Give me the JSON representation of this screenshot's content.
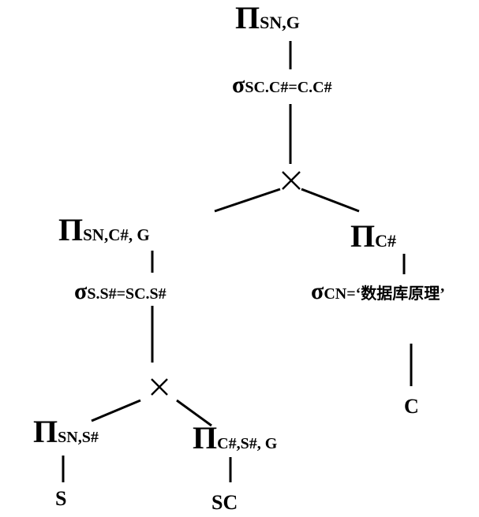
{
  "nodes": {
    "root_proj": {
      "symbol": "Π",
      "subscript": "SN,G"
    },
    "root_sel": {
      "symbol": "σ",
      "subscript": "SC.C#=C.C#"
    },
    "left_proj": {
      "symbol": "Π",
      "subscript": "SN,C#, G"
    },
    "right_proj": {
      "symbol": "Π",
      "subscript": "C#"
    },
    "left_sel": {
      "symbol": "σ",
      "subscript": "S.S#=SC.S#"
    },
    "right_sel": {
      "symbol": "σ",
      "subscript": "CN=‘数据库原理’"
    },
    "s_proj": {
      "symbol": "Π",
      "subscript": "SN,S#"
    },
    "sc_proj": {
      "symbol": "Π",
      "subscript": "C#,S#, G"
    },
    "leaf_s": {
      "label": "S"
    },
    "leaf_sc": {
      "label": "SC"
    },
    "leaf_c": {
      "label": "C"
    }
  }
}
